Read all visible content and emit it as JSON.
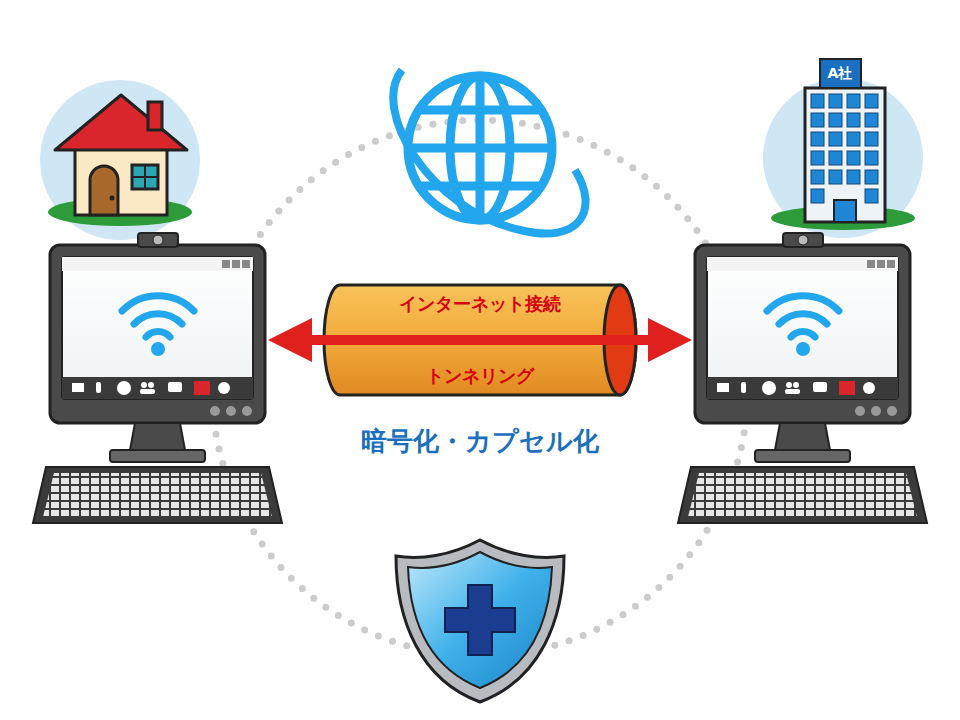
{
  "diagram": {
    "nodes": [
      {
        "text": [
          "A社"
        ]
      },
      {
        "text": [
          "インターネット接続",
          "トンネリング"
        ]
      }
    ],
    "labels": [
      "暗号化・カプセル化"
    ]
  }
}
